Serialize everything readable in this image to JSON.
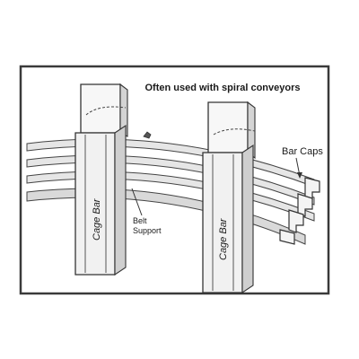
{
  "title": "Often used with spiral conveyors",
  "labels": {
    "cage_bar_left": "Cage Bar",
    "cage_bar_right": "Cage Bar",
    "belt_support": "Belt\nSupport",
    "bar_caps": "Bar Caps"
  },
  "colors": {
    "frame": "#3a3a3a",
    "panel": "#ffffff",
    "rail_fill": "#e6e6e6",
    "rail_shade": "#c9c9c9",
    "bar_front": "#f1f1f1",
    "bar_side": "#d4d4d4",
    "ink": "#333333"
  }
}
